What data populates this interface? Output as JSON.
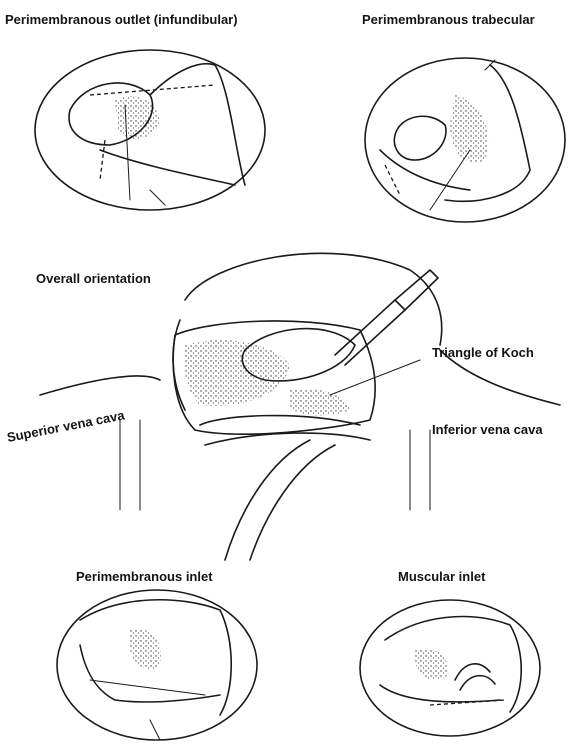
{
  "labels": {
    "perimembranous_outlet": "Perimembranous outlet (infundibular)",
    "perimembranous_trabecular": "Perimembranous trabecular",
    "overall_orientation": "Overall orientation",
    "triangle_of_koch": "Triangle of Koch",
    "superior_vena_cava": "Superior vena cava",
    "inferior_vena_cava": "Inferior vena cava",
    "perimembranous_inlet": "Perimembranous inlet",
    "muscular_inlet": "Muscular inlet"
  },
  "colors": {
    "ink": "#1a1a1a",
    "paper": "#ffffff"
  }
}
